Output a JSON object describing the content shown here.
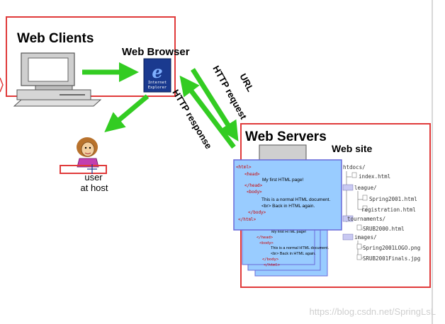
{
  "labels": {
    "web_clients": "Web Clients",
    "web_browser": "Web Browser",
    "url": "URL",
    "http_request": "HTTP request",
    "http_response": "HTTP response",
    "web_servers": "Web Servers",
    "web_site": "Web site",
    "user": "user",
    "at_host": "at host",
    "ie_line1": "Internet",
    "ie_line2": "Explorer",
    "watermark": "https://blog.csdn.net/SpringLsL"
  },
  "html_page": {
    "tag_html_open": "<html>",
    "tag_head_open": "<head>",
    "title": "My first HTML page!",
    "tag_head_close": "</head>",
    "tag_body_open": "<body>",
    "body_line1": "This is a normal HTML document.",
    "body_line2": "<br> Back in HTML again.",
    "tag_body_close": "</body>",
    "tag_html_close": "</html>"
  },
  "file_tree": [
    "htdocs/",
    "index.html",
    "league/",
    "Spring2001.html",
    "registration.html",
    "tournaments/",
    "SRUB2000.html",
    "images/",
    "Spring2001LOGO.png",
    "SRUB2001Finals.jpg"
  ],
  "colors": {
    "frame_red": "#e03a3a",
    "arrow_green": "#33cc22",
    "page_blue": "#99ccff",
    "page_border": "#6a6ad8",
    "tag_red": "#cc0000"
  }
}
